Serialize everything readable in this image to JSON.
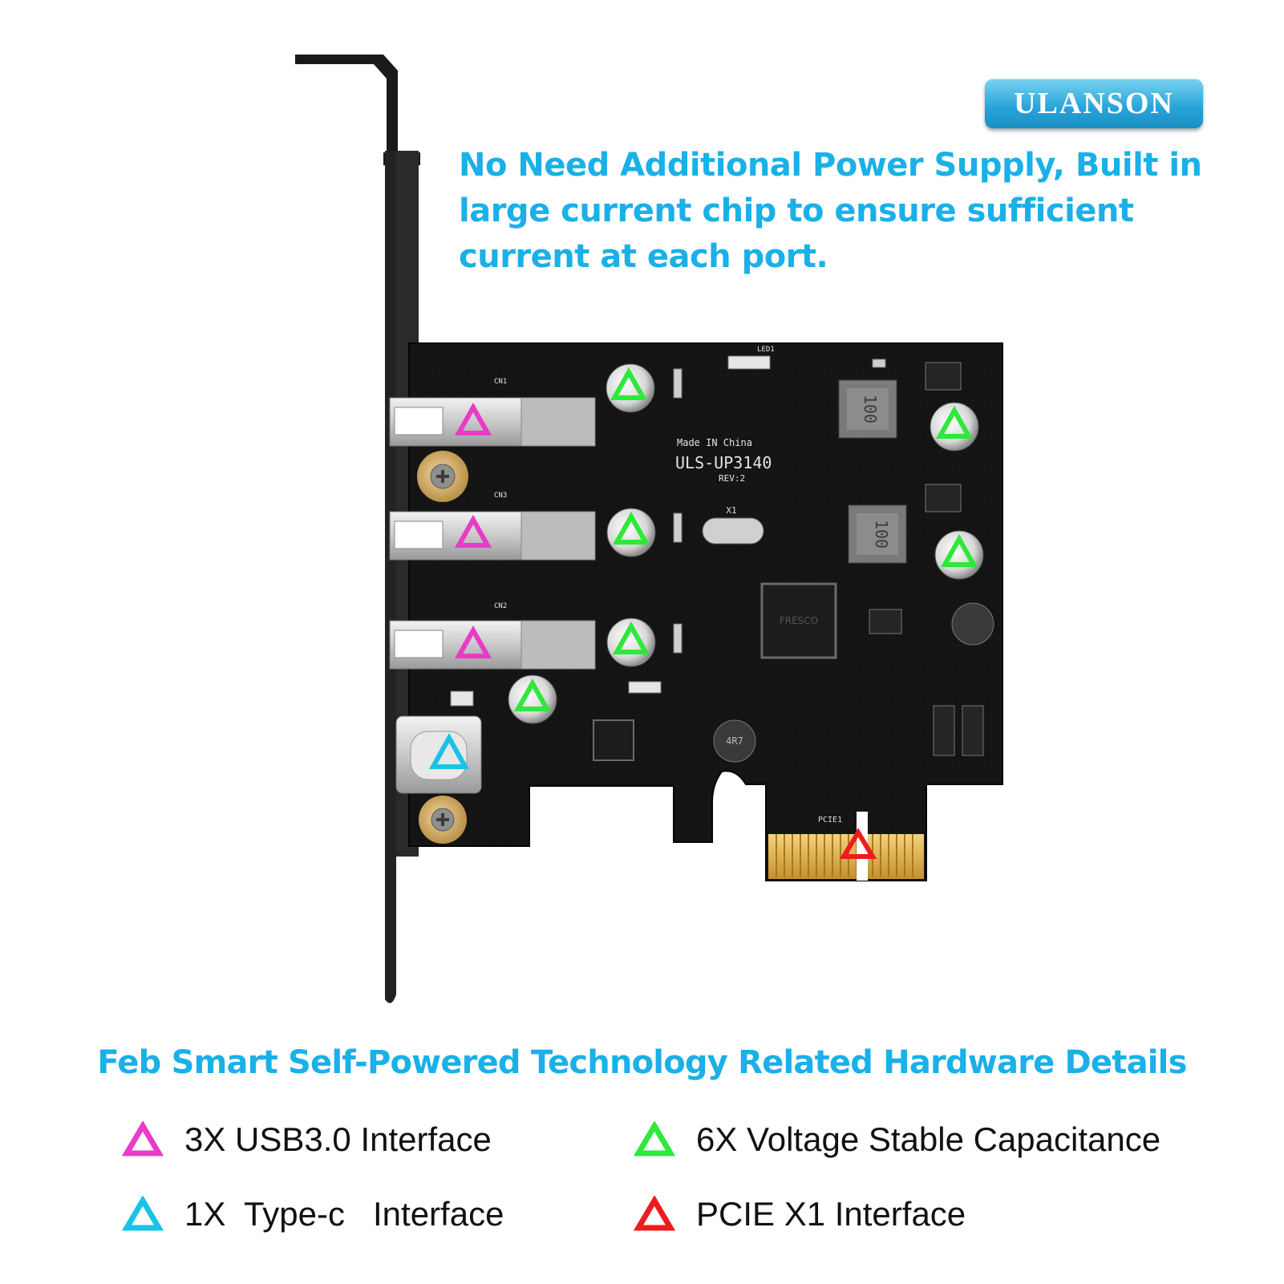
{
  "brand": {
    "name": "ULANSON"
  },
  "headline": {
    "text": "No Need Additional  Power Supply, Built in large current chip to ensure sufficient current at each port."
  },
  "photo": {
    "board_model": "ULS-UP3140",
    "board_made_in": "Made IN China",
    "board_rev": "REV:2",
    "inductor_label": "100",
    "small_inductor_label": "4R7",
    "crystal_label": "X1",
    "chip_brand": "FRESCO",
    "connector_labels": [
      "CN1",
      "CN3",
      "CN2"
    ],
    "pcie_label": "PCIE1",
    "led_label": "LED1"
  },
  "section": {
    "title": "Feb Smart Self-Powered Technology Related Hardware Details"
  },
  "legend": [
    {
      "label": "3X USB3.0 Interface",
      "color": "#e83bc8",
      "icon": "magenta-triangle-icon"
    },
    {
      "label": "6X Voltage Stable Capacitance",
      "color": "#2ee83a",
      "icon": "green-triangle-icon"
    },
    {
      "label": "1X  Type-c   Interface",
      "color": "#19c3e8",
      "icon": "cyan-triangle-icon"
    },
    {
      "label": "PCIE X1 Interface",
      "color": "#ee1c1c",
      "icon": "red-triangle-icon"
    }
  ],
  "colors": {
    "accent": "#1ab0e8",
    "pcb": "#111111",
    "gold": "#d9a83a"
  }
}
